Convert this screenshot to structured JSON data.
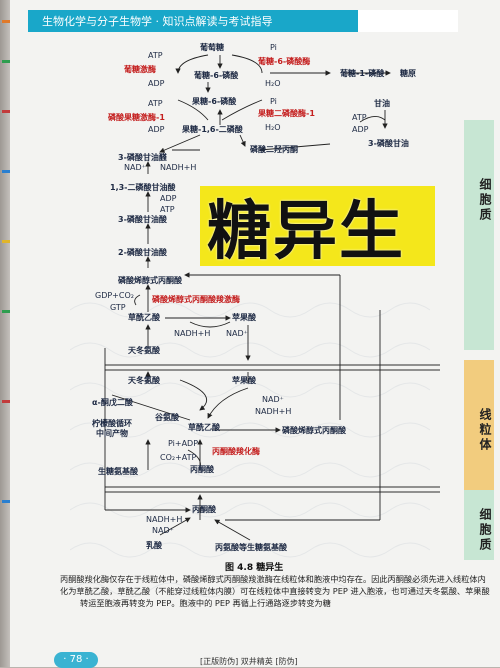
{
  "header": {
    "title": "生物化学与分子生物学 · 知识点解读与考试指导"
  },
  "overlay_title": "糖异生",
  "zones": {
    "cytoplasm": "细胞质",
    "mitochondria": "线粒体",
    "cytoplasm_bottom": "细胞质"
  },
  "nodes": {
    "atp1": "ATP",
    "hexokinase": "葡糖激酶",
    "adp1": "ADP",
    "glucose": "葡萄糖",
    "g6p": "葡糖-6-磷酸",
    "pi1": "Pi",
    "g6pase": "葡糖-6-磷酸酶",
    "h2o1": "H₂O",
    "g1p": "葡糖-1-磷酸",
    "glycogen": "糖原",
    "f6p": "果糖-6-磷酸",
    "atp2": "ATP",
    "pfk": "磷酸果糖激酶-1",
    "adp2": "ADP",
    "pi2": "Pi",
    "fbpase": "果糖二磷酸酶-1",
    "h2o2": "H₂O",
    "fbp": "果糖-1,6-二磷酸",
    "glycerol": "甘油",
    "atp3": "ATP",
    "adp3": "ADP",
    "g3p_gly": "3-磷酸甘油",
    "dhap": "磷酸二羟丙酮",
    "gap": "3-磷酸甘油醛",
    "nad1": "NAD⁺",
    "nadh1": "NADH+H",
    "pi3": "Pi",
    "bpg": "1,3-二磷酸甘油酸",
    "adp4": "ADP",
    "atp4": "ATP",
    "pg3": "3-磷酸甘油酸",
    "pg2": "2-磷酸甘油酸",
    "pep": "磷酸烯醇式丙酮酸",
    "gdpco2": "GDP+CO₂",
    "gtp": "GTP",
    "pepck": "磷酸烯醇式丙酮酸羧激酶",
    "oaa_c": "草酰乙酸",
    "malate_c": "苹果酸",
    "nadh2": "NADH+H",
    "nad2": "NAD⁺",
    "asp_c": "天冬氨酸",
    "asp_m": "天冬氨酸",
    "malate_m": "苹果酸",
    "akg": "α-酮戊二酸",
    "glu": "谷氨酸",
    "nad3": "NAD⁺",
    "nadh3": "NADH+H",
    "tca1": "柠檬酸循环",
    "tca2": "中间产物",
    "oaa_m": "草酰乙酸",
    "pepck_m": "磷酸烯醇式丙酮酸",
    "pc": "丙酮酸羧化酶",
    "piatp": "Pi+ADP",
    "co2atp": "CO₂+ATP",
    "pyr_m": "丙酮酸",
    "glucogenic": "生糖氨基酸",
    "pyr_c": "丙酮酸",
    "nadh4": "NADH+H",
    "nad4": "NAD⁺",
    "lactate": "乳酸",
    "ala": "丙氨酸等生糖氨基酸"
  },
  "caption": "图 4.8  糖异生",
  "paragraph": [
    "丙酮酸羧化酶仅存在于线粒体中，磷酸烯醇式丙酮酸羧激酶在线粒体和胞液中均存在。因此丙酮酸必须先进入线粒体内",
    "化为草酰乙酸，草酰乙酸（不能穿过线粒体内膜）可在线粒体中直接转变为 PEP 进入胞液，也可通过天冬氨酸、苹果酸",
    "转运至胞液再转变为 PEP。胞液中的 PEP 再循上行通路逐步转变为糖"
  ],
  "footer": {
    "page": "78",
    "text": "[正版防伪] 双井精英 [防伪]"
  }
}
